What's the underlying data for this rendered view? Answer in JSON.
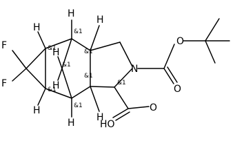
{
  "molecule": {
    "atoms": {
      "F_top": "F",
      "F_bottom": "F",
      "H_topleft": "H",
      "H_topright": "H",
      "H_top_center": "H",
      "H_bottomleft": "H",
      "H_bottomright": "H",
      "H_bottom_center": "H",
      "N": "N",
      "O_ester": "O",
      "O_carbonyl_boc": "O",
      "O_acid_carbonyl": "O",
      "OH": "HO",
      "H_bridge_top": "H",
      "H_bridge_bottom": "H"
    },
    "stereo_labels": {
      "s1": "&1",
      "s2": "&1",
      "s3": "&1",
      "s4": "&1",
      "s5": "&1",
      "s6": "&1",
      "s7": "&1",
      "s8": "&1"
    }
  }
}
